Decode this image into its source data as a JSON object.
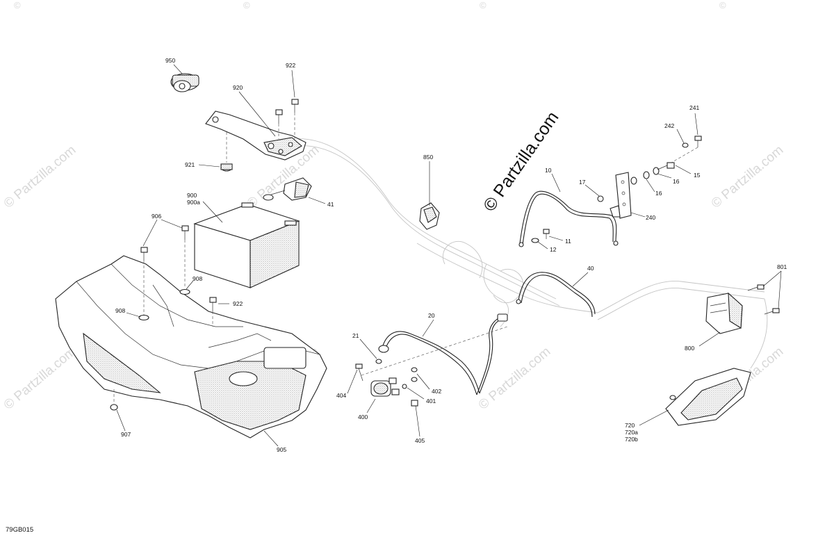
{
  "diagram": {
    "figure_code": "79GB015",
    "watermark": {
      "main": "© Partzilla.com",
      "repeat": "© Partzilla.com",
      "corner": "©"
    },
    "callouts": {
      "c950": "950",
      "c922a": "922",
      "c920": "920",
      "c921": "921",
      "c900": "900",
      "c900a": "900a",
      "c41": "41",
      "c906": "906",
      "c908a": "908",
      "c908b": "908",
      "c922b": "922",
      "c907": "907",
      "c905": "905",
      "c850": "850",
      "c10": "10",
      "c17": "17",
      "c12": "12",
      "c11": "11",
      "c241": "241",
      "c242": "242",
      "c15": "15",
      "c16a": "16",
      "c16b": "16",
      "c240": "240",
      "c40": "40",
      "c801": "801",
      "c800": "800",
      "c20": "20",
      "c21": "21",
      "c404": "404",
      "c402": "402",
      "c401": "401",
      "c400": "400",
      "c405": "405",
      "c720": "720",
      "c720a": "720a",
      "c720b": "720b"
    }
  }
}
